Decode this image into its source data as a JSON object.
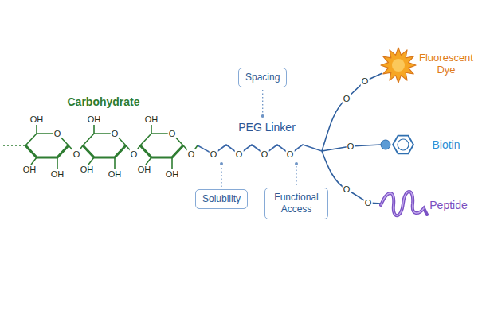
{
  "diagram": {
    "nodes": [
      {
        "text": [
          "Spacing"
        ]
      },
      {
        "text": [
          "Solubility"
        ]
      },
      {
        "text": [
          "Functional Access"
        ]
      }
    ],
    "labels": [
      "Carbohydrate",
      "PEG Linker",
      "Fluorescent Dye",
      "Biotin",
      "Peptide",
      "OH",
      "O",
      "OH",
      "OH",
      "O",
      "OH",
      "O",
      "OH",
      "OH",
      "O",
      "OH",
      "O",
      "OH",
      "OH",
      "O",
      "O",
      "O",
      "O",
      "O",
      "O",
      "O",
      "O",
      "O",
      "O"
    ]
  }
}
